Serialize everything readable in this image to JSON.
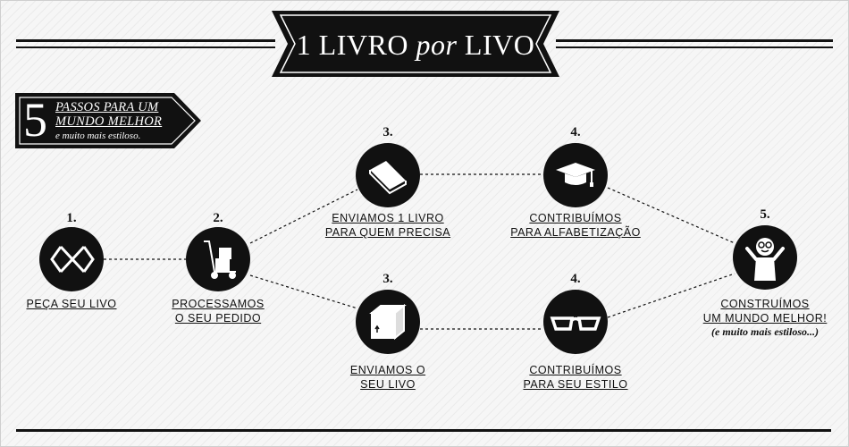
{
  "title": {
    "pre": "1 LIVRO ",
    "em": "por",
    "post": " LIVO"
  },
  "badge": {
    "number": "5",
    "line1": "PASSOS PARA UM",
    "line2": "MUNDO MELHOR",
    "line3": "e muito mais estiloso."
  },
  "steps": [
    {
      "number": "1.",
      "label_l1": "PEÇA SEU LIVO",
      "label_l2": "",
      "icon": "x-logo-icon"
    },
    {
      "number": "2.",
      "label_l1": "PROCESSAMOS",
      "label_l2": "O SEU PEDIDO",
      "icon": "hand-truck-icon"
    },
    {
      "number": "3.",
      "label_l1": "ENVIAMOS 1 LIVRO",
      "label_l2": "PARA QUEM PRECISA",
      "icon": "book-icon"
    },
    {
      "number": "3.",
      "label_l1": "ENVIAMOS O",
      "label_l2": "SEU LIVO",
      "icon": "box-icon"
    },
    {
      "number": "4.",
      "label_l1": "CONTRIBUÍMOS",
      "label_l2": "PARA ALFABETIZAÇÃO",
      "icon": "graduation-cap-icon"
    },
    {
      "number": "4.",
      "label_l1": "CONTRIBUÍMOS",
      "label_l2": "PARA SEU ESTILO",
      "icon": "glasses-icon"
    },
    {
      "number": "5.",
      "label_l1": "CONSTRUÍMOS",
      "label_l2": "UM MUNDO MELHOR!",
      "note": "(e muito mais estiloso...)",
      "icon": "happy-person-icon"
    }
  ]
}
